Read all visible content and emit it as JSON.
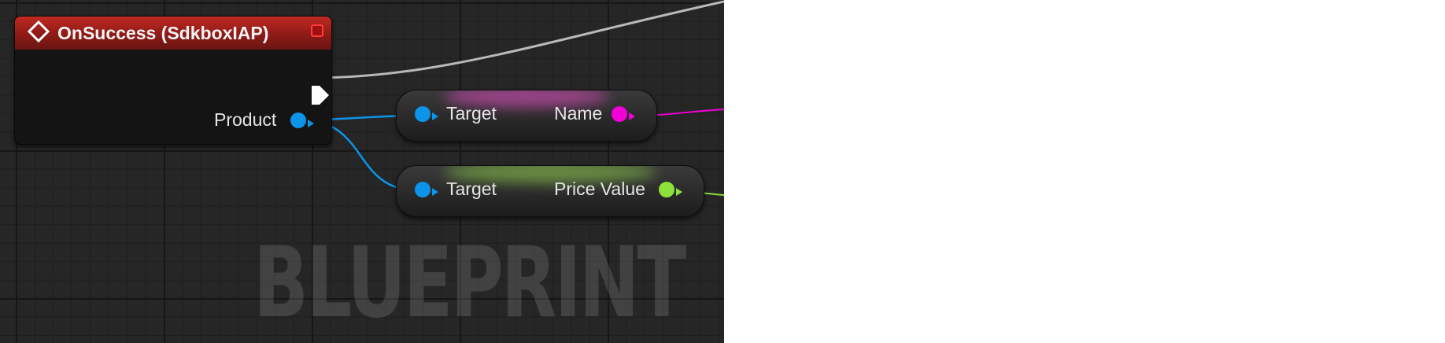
{
  "event_node": {
    "title": "OnSuccess (SdkboxIAP)",
    "header_icon": "event-diamond-icon",
    "delegate_icon": "delegate-pin-icon",
    "exec_icon": "exec-output-pin-icon",
    "output_pin_label": "Product",
    "header_color": "#8e1a16"
  },
  "get_name_node": {
    "input_label": "Target",
    "output_label": "Name",
    "accent_color": "#e84fc9",
    "pin_color": "#f200d8"
  },
  "get_price_node": {
    "input_label": "Target",
    "output_label": "Price Value",
    "accent_color": "#8fd14a",
    "pin_color": "#8ee03a"
  },
  "object_pin_color": "#0b94e8",
  "watermark": "BLUEPRINT"
}
